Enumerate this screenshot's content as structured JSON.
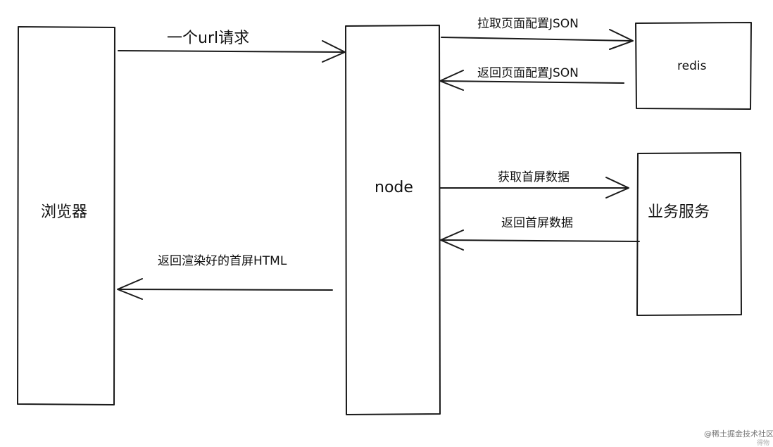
{
  "nodes": {
    "browser": "浏览器",
    "node": "node",
    "redis": "redis",
    "business": "业务服务"
  },
  "edges": {
    "url_request": "一个url请求",
    "pull_config": "拉取页面配置JSON",
    "return_config": "返回页面配置JSON",
    "fetch_data": "获取首屏数据",
    "return_data": "返回首屏数据",
    "return_html": "返回渲染好的首屏HTML"
  },
  "watermark": {
    "brand": "@稀土掘金技术社区",
    "sub": "得物"
  }
}
